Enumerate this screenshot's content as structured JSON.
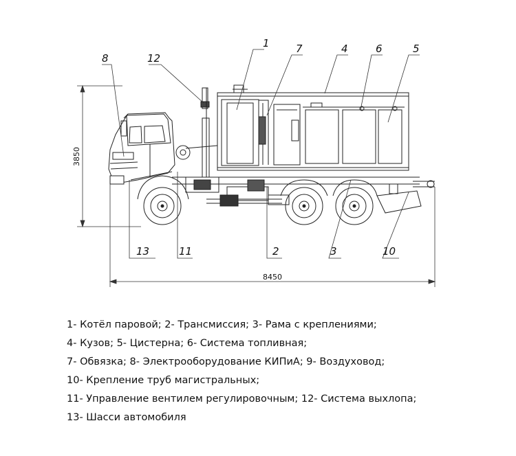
{
  "callouts": {
    "c1": "1",
    "c2": "2",
    "c3": "3",
    "c4": "4",
    "c5": "5",
    "c6": "6",
    "c7": "7",
    "c8": "8",
    "c10": "10",
    "c11": "11",
    "c12": "12",
    "c13": "13"
  },
  "dimensions": {
    "height": "3850",
    "length": "8450"
  },
  "legend": [
    "1- Котёл паровой; 2- Трансмиссия; 3- Рама с креплениями;",
    "4- Кузов; 5- Цистерна; 6- Система топливная;",
    "7- Обвязка; 8- Электрооборудование КИПиА; 9- Воздуховод;",
    "10- Крепление труб магистральных;",
    "11- Управление вентилем регулировочным; 12- Система выхлопа;",
    "13- Шасси автомобиля"
  ]
}
